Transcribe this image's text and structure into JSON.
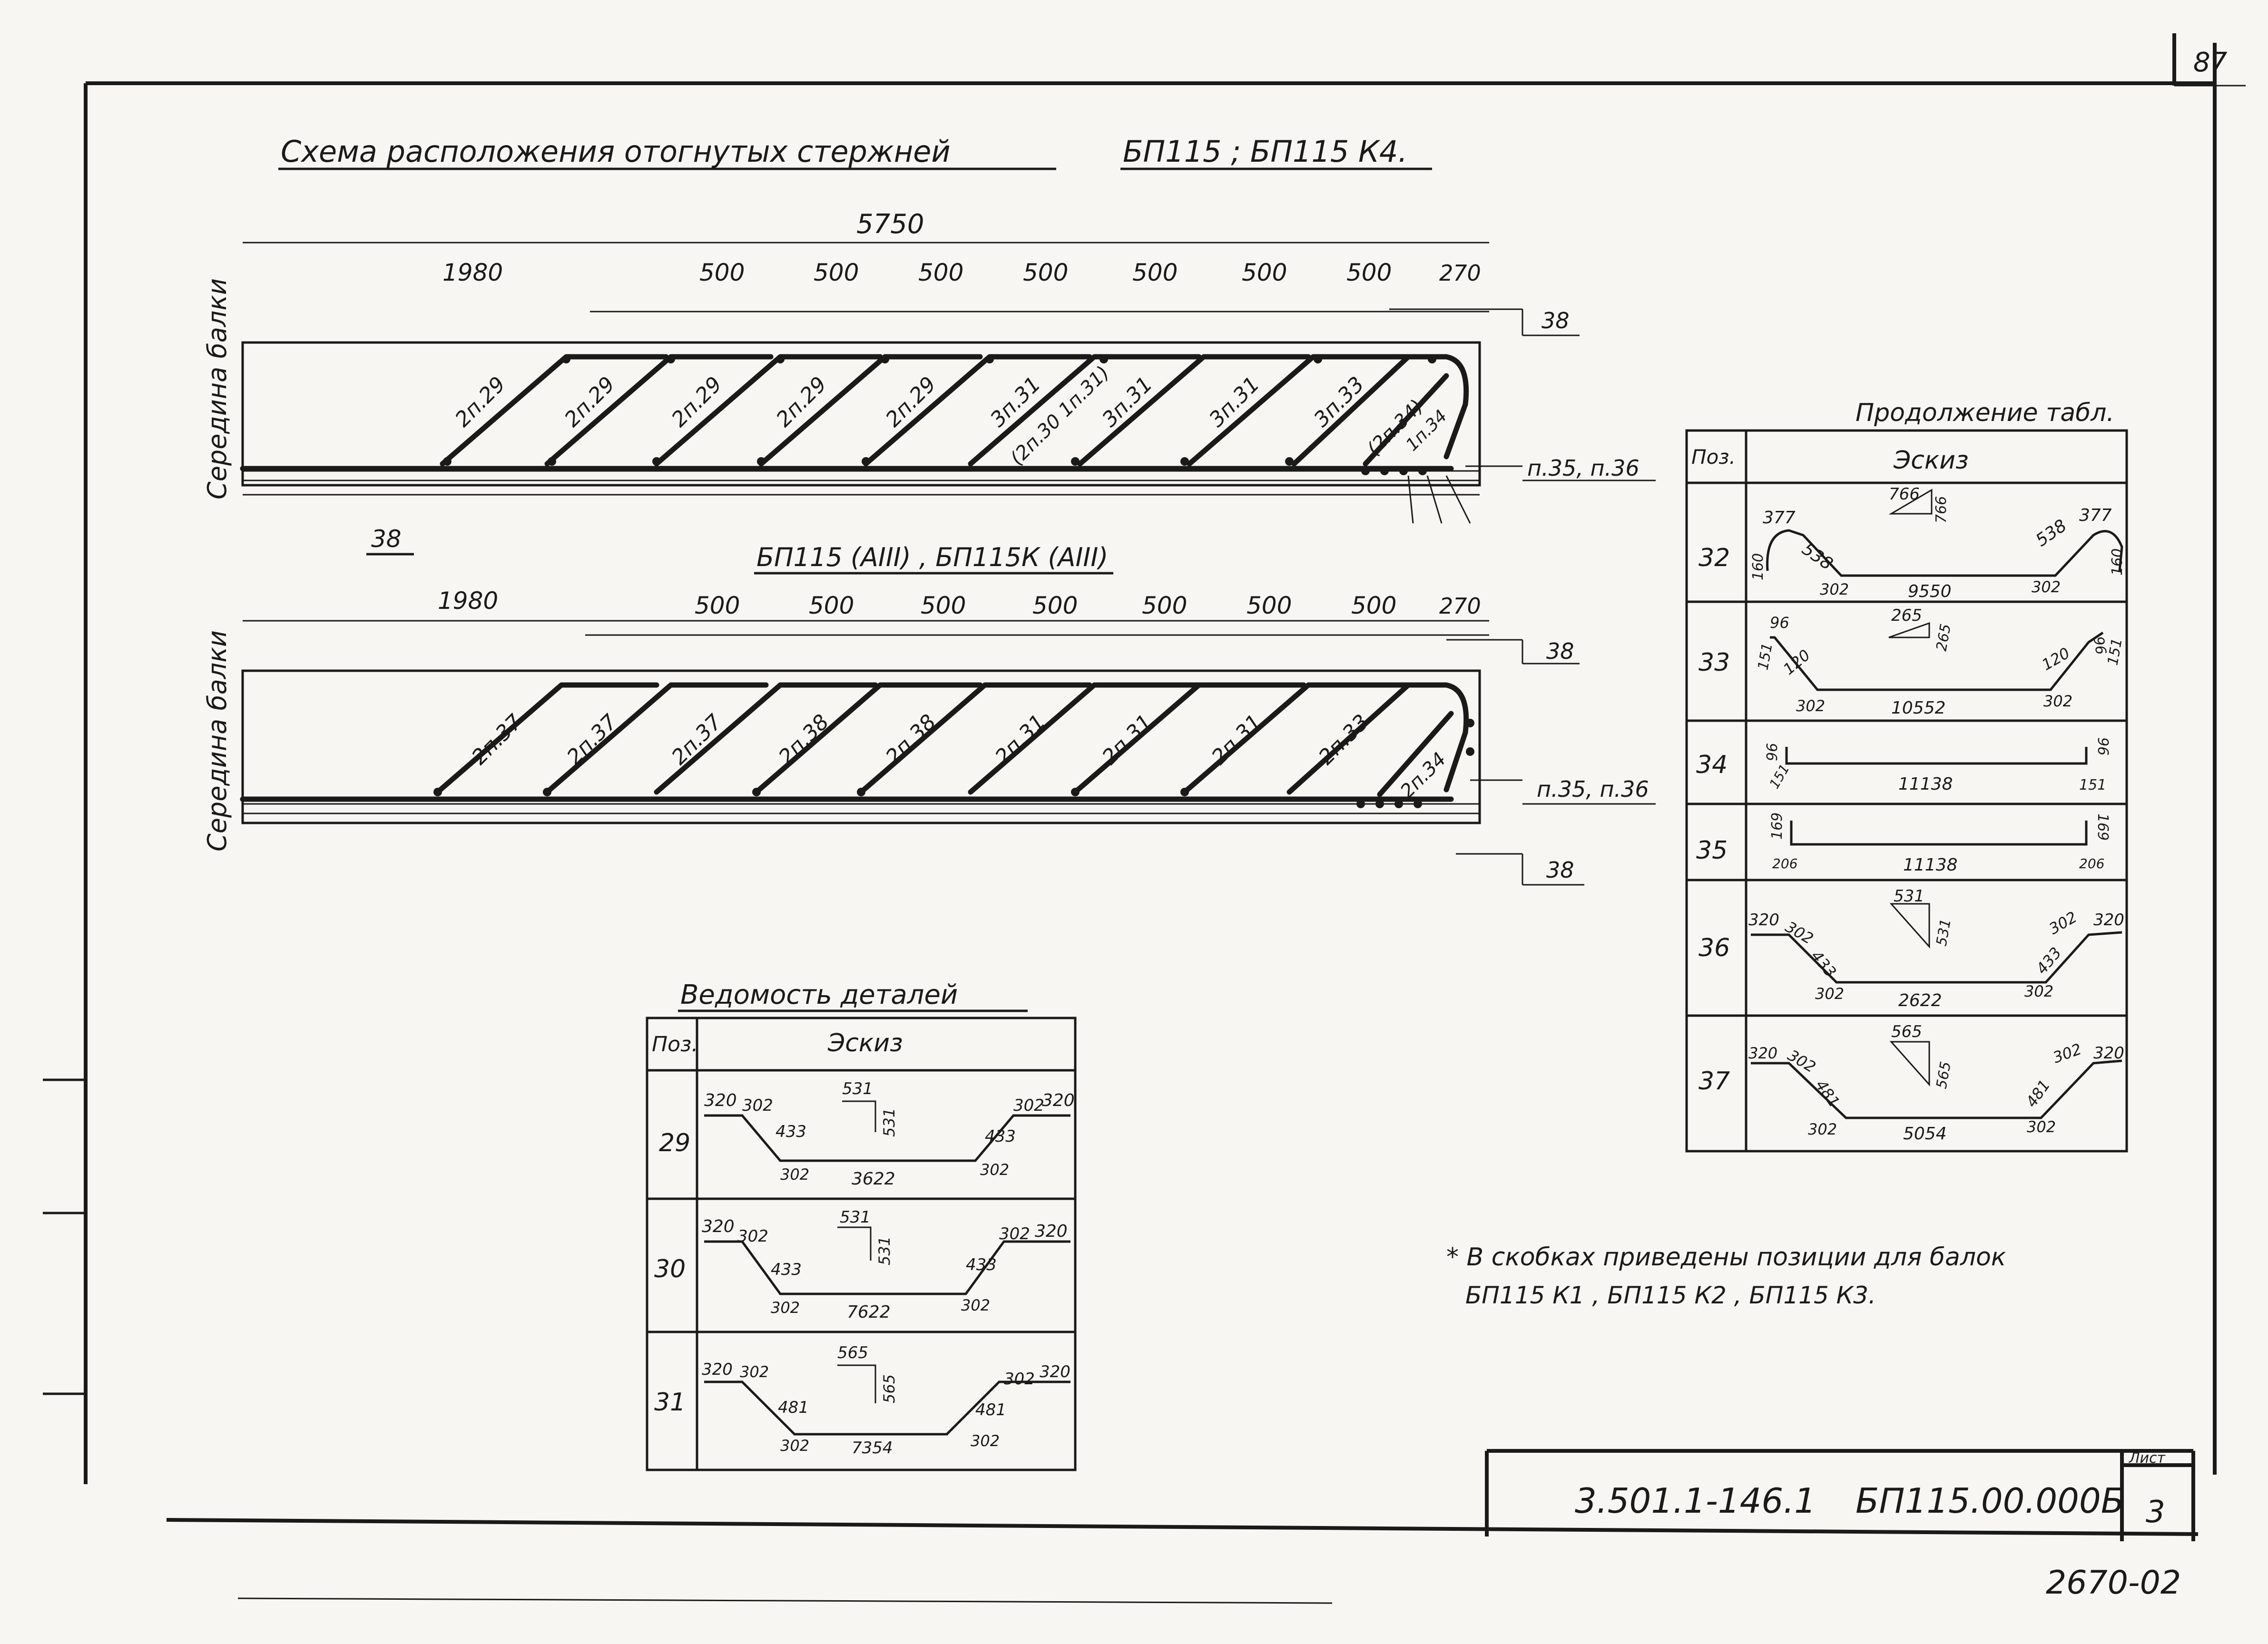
{
  "sheet": {
    "page_number": "87",
    "archive_number": "2670-02"
  },
  "scheme": {
    "title": "Схема расположения отогнутых стержней",
    "title_marks": "БП115 ; БП115 К4.",
    "subtitle": "БП115 (AIII) , БП115К (AIII)",
    "side_label": "Середина балки",
    "total_dim": "5750",
    "dims_top": [
      "1980",
      "500",
      "500",
      "500",
      "500",
      "500",
      "500",
      "500",
      "270"
    ],
    "dims_bottom": [
      "1980",
      "500",
      "500",
      "500",
      "500",
      "500",
      "500",
      "500",
      "270"
    ],
    "section_marks": [
      "38",
      "38",
      "38",
      "38"
    ],
    "callout_top": "п.35, п.36",
    "callout_bottom": "п.35, п.36",
    "bars_top": [
      "2п.29",
      "2п.29",
      "2п.29",
      "2п.29",
      "2п.29",
      "3п.31",
      "3п.31",
      "3п.31",
      "3п.33",
      "(2п.34)"
    ],
    "bars_top_extra": [
      "(2п.30 1п.31)",
      "1п.34"
    ],
    "bars_bottom": [
      "2п.37",
      "2п.37",
      "2п.37",
      "2п.38",
      "2п.38",
      "2п.31",
      "2п.31",
      "2п.31",
      "2п.33",
      "2п.34"
    ]
  },
  "details_table": {
    "title": "Ведомость деталей",
    "col_pos": "Поз.",
    "col_sketch": "Эскиз",
    "rows": [
      {
        "pos": "29",
        "left_top": "320",
        "left_mid": "302",
        "left_slope": "433",
        "left_bot": "302",
        "center": "3622",
        "right_bot": "302",
        "right_slope": "433",
        "right_mid": "302",
        "right_top": "320",
        "tri_w": "531",
        "tri_h": "531"
      },
      {
        "pos": "30",
        "left_top": "320",
        "left_mid": "302",
        "left_slope": "433",
        "left_bot": "302",
        "center": "7622",
        "right_bot": "302",
        "right_slope": "433",
        "right_mid": "302",
        "right_top": "320",
        "tri_w": "531",
        "tri_h": "531"
      },
      {
        "pos": "31",
        "left_top": "320",
        "left_mid": "302",
        "left_slope": "481",
        "left_bot": "302",
        "center": "7354",
        "right_bot": "302",
        "right_slope": "481",
        "right_mid": "302",
        "right_top": "320",
        "tri_w": "565",
        "tri_h": "565"
      }
    ]
  },
  "continuation_table": {
    "title": "Продолжение табл.",
    "col_pos": "Поз.",
    "col_sketch": "Эскиз",
    "rows": [
      {
        "pos": "32",
        "vals": [
          "377",
          "538",
          "160",
          "302",
          "9550",
          "302",
          "538",
          "377",
          "160",
          "766",
          "766"
        ]
      },
      {
        "pos": "33",
        "vals": [
          "96",
          "151",
          "120",
          "302",
          "10552",
          "302",
          "120",
          "96",
          "151",
          "265",
          "265"
        ]
      },
      {
        "pos": "34",
        "vals": [
          "96",
          "151",
          "11138",
          "96",
          "151"
        ]
      },
      {
        "pos": "35",
        "vals": [
          "169",
          "206",
          "11138",
          "169",
          "206"
        ]
      },
      {
        "pos": "36",
        "vals": [
          "320",
          "302",
          "433",
          "302",
          "2622",
          "302",
          "433",
          "302",
          "320",
          "531",
          "531"
        ]
      },
      {
        "pos": "37",
        "vals": [
          "320",
          "302",
          "481",
          "302",
          "5054",
          "302",
          "481",
          "302",
          "320",
          "565",
          "565"
        ]
      }
    ]
  },
  "footnote": {
    "line1": "* В скобках приведены позиции для балок",
    "line2": "БП115 К1 , БП115 К2 , БП115 К3."
  },
  "title_block": {
    "code": "3.501.1-146.1",
    "doc": "БП115.00.000Б",
    "sheet_label": "Лист",
    "sheet_num": "3"
  }
}
